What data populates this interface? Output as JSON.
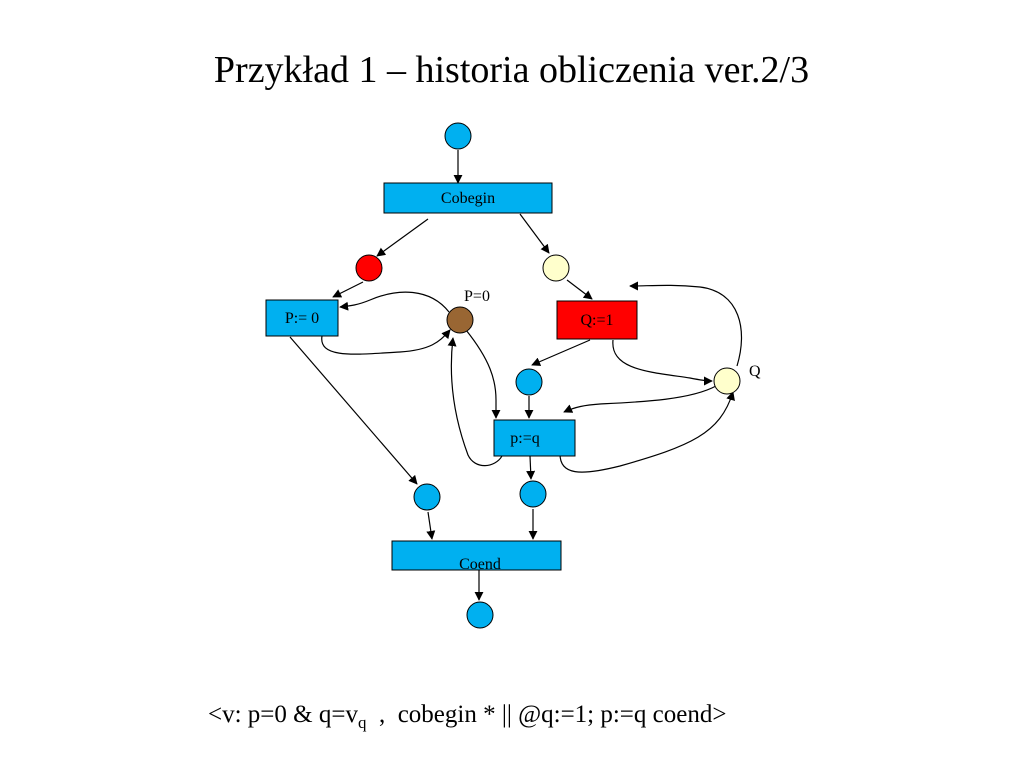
{
  "title": "Przykład 1 – historia obliczenia ver.2/3",
  "colors": {
    "place_default": "#00b0f0",
    "place_red": "#ff0000",
    "place_cream": "#ffffcc",
    "place_brown": "#996633",
    "transition_default": "#00b0f0",
    "transition_red": "#ff0000",
    "stroke": "#000000"
  },
  "transitions": {
    "cobegin": "Cobegin",
    "p_assign": "P:= 0",
    "q_assign": "Q:=1",
    "pq_assign": "p:=q",
    "coend": "Coend"
  },
  "place_labels": {
    "p": "P=0",
    "q": "Q"
  },
  "formula": {
    "prefix": "<v: p=0 & q=v",
    "sub": "q",
    "suffix": "  ,  cobegin * || @q:=1; p:=q coend>"
  }
}
